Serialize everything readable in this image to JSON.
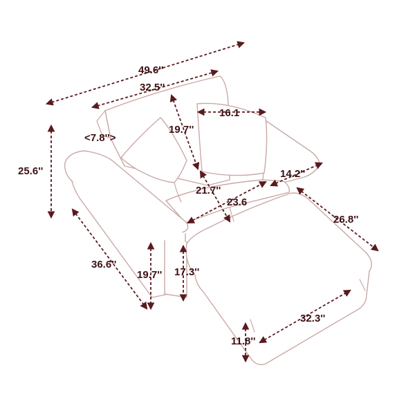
{
  "dimensions": {
    "overall_width": "49.6''",
    "back_width": "32.5''",
    "arm_width": "<7.8''>",
    "back_height": "19.7''",
    "pillow_width": "16.1",
    "overall_height": "25.6''",
    "seat_height_diag": "21.7''",
    "seat_depth": "23.6",
    "ottoman_width": "14.2''",
    "ottoman_length": "26.8''",
    "sofa_depth": "36.6''",
    "arm_height": "19.7''",
    "seat_height": "17.3''",
    "ottoman_depth": "32.3''",
    "ottoman_height": "11.8''"
  },
  "colors": {
    "outline": "#c9a9a6",
    "dimension": "#5a1a1e",
    "label": "#3d1013"
  }
}
